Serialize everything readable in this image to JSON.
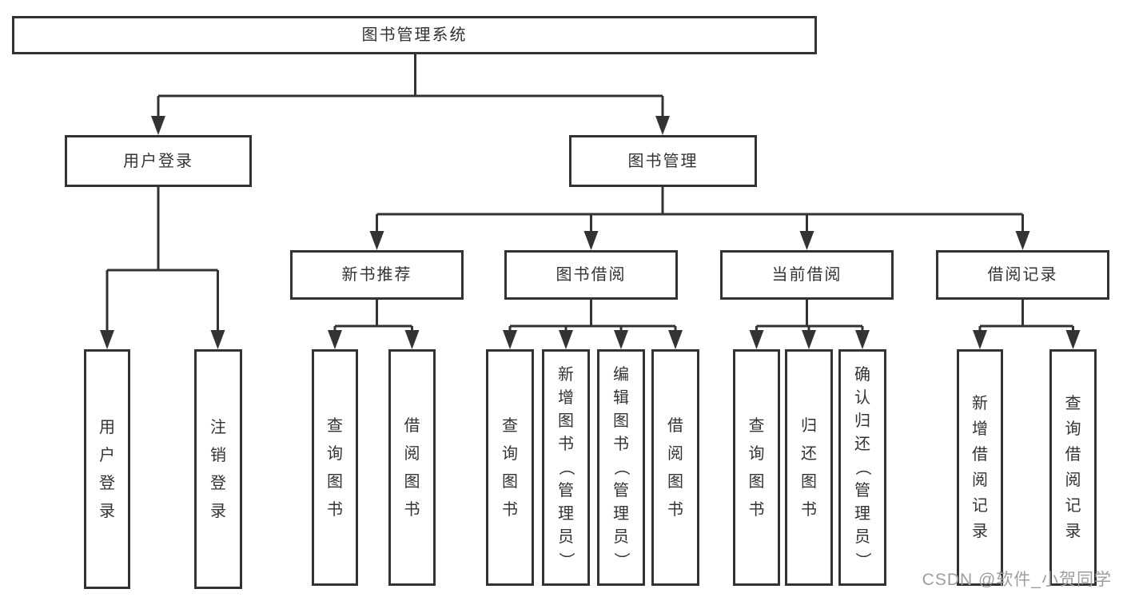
{
  "diagram": {
    "root": {
      "label": "图书管理系统"
    },
    "branches": {
      "user": {
        "label": "用户登录",
        "children": [
          {
            "label": "用户登录"
          },
          {
            "label": "注销登录"
          }
        ]
      },
      "books": {
        "label": "图书管理",
        "sections": [
          {
            "label": "新书推荐",
            "children": [
              {
                "label": "查询图书"
              },
              {
                "label": "借阅图书"
              }
            ]
          },
          {
            "label": "图书借阅",
            "children": [
              {
                "label": "查询图书"
              },
              {
                "label": "新增图书（管理员）"
              },
              {
                "label": "编辑图书（管理员）"
              },
              {
                "label": "借阅图书"
              }
            ]
          },
          {
            "label": "当前借阅",
            "children": [
              {
                "label": "查询图书"
              },
              {
                "label": "归还图书"
              },
              {
                "label": "确认归还（管理员）"
              }
            ]
          },
          {
            "label": "借阅记录",
            "children": [
              {
                "label": "新增借阅记录"
              },
              {
                "label": "查询借阅记录"
              }
            ]
          }
        ]
      }
    },
    "watermark": "CSDN @软件_小贺同学"
  },
  "colors": {
    "line": "#333333",
    "box_border": "#333333",
    "text": "#333333",
    "watermark": "#9e9e9e",
    "background": "#ffffff"
  }
}
